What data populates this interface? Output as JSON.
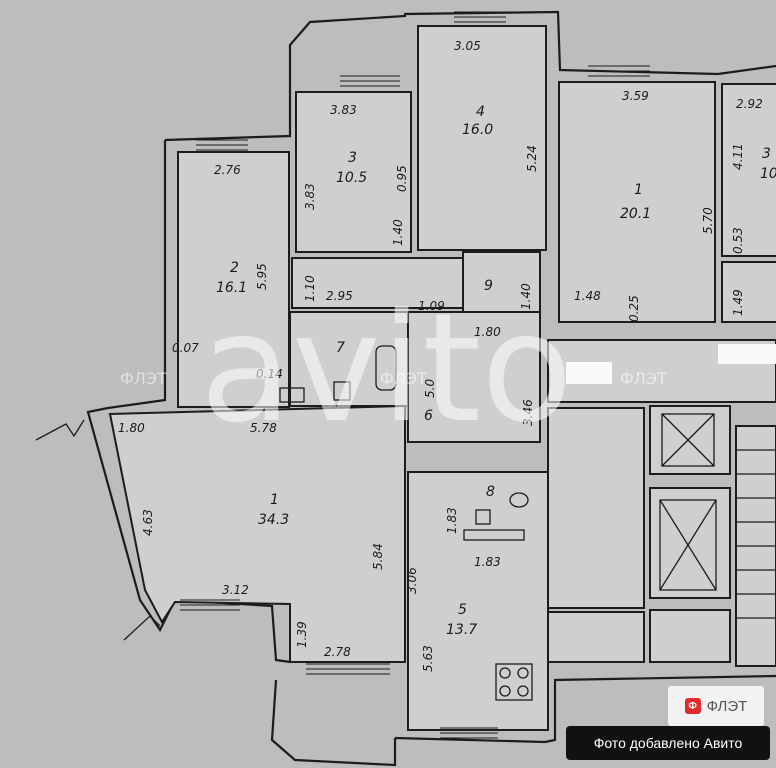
{
  "dims": {
    "d305": "3.05",
    "d359": "3.59",
    "d292": "2.92",
    "d383t": "3.83",
    "d276": "2.76",
    "d383l": "3.83",
    "d095": "0.95",
    "d140a": "1.40",
    "d524": "5.24",
    "d411": "4.11",
    "d570": "5.70",
    "d595": "5.95",
    "d053": "0.53",
    "d110": "1.10",
    "d295": "2.95",
    "d109": "1.09",
    "d140b": "1.40",
    "d148": "1.48",
    "d025": "0.25",
    "d149": "1.49",
    "d180r": "1.80",
    "d007": "0.07",
    "d014": "0.14",
    "d50": "5.0",
    "d346": "3.46",
    "d180l": "1.80",
    "d578": "5.78",
    "d463": "4.63",
    "d183a": "1.83",
    "d183b": "1.83",
    "d584": "5.84",
    "d306": "3.06",
    "d312": "3.12",
    "d139": "1.39",
    "d563": "5.63",
    "d278": "2.78"
  },
  "rooms": {
    "r4": {
      "num": "4",
      "area": "16.0"
    },
    "r3": {
      "num": "3",
      "area": "10.5"
    },
    "r1r": {
      "num": "1",
      "area": "20.1"
    },
    "r2": {
      "num": "2",
      "area": "16.1"
    },
    "r9": {
      "num": "9"
    },
    "r7": {
      "num": "7"
    },
    "r6": {
      "num": "6"
    },
    "r1l": {
      "num": "1",
      "area": "34.3"
    },
    "r8": {
      "num": "8"
    },
    "r5": {
      "num": "5",
      "area": "13.7"
    },
    "r3p": {
      "num": "3",
      "area": "10"
    }
  },
  "watermark": {
    "brand": "ФЛЭТ",
    "avito": "avito"
  },
  "badge": {
    "text": "Фото добавлено Авито"
  },
  "logo": {
    "text": "ФЛЭТ",
    "mark": "Ф"
  },
  "colors": {
    "paper": "#cfcfcf",
    "ink": "#1c1c1c",
    "badge": "#111111",
    "logo_red": "#e32b2b"
  }
}
